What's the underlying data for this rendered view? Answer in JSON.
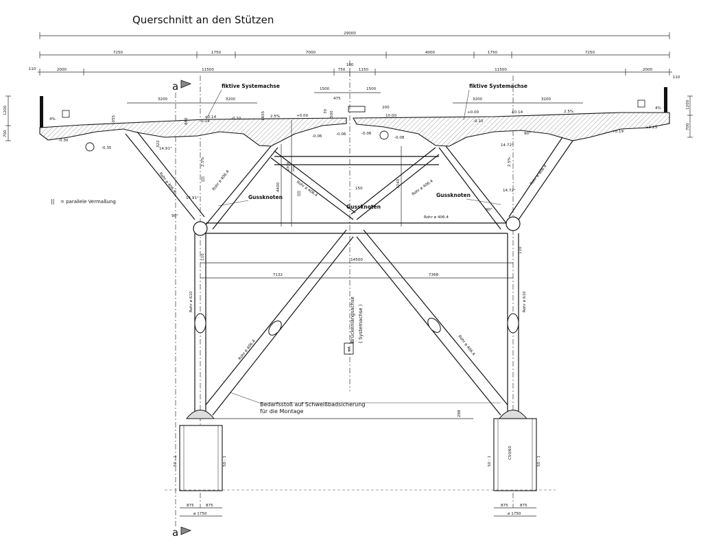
{
  "title": "Querschnitt an den Stützen",
  "section_marker": "a",
  "dimensions": {
    "overall": "29000",
    "row2": [
      "7250",
      "1750",
      "7000",
      "4000",
      "1750",
      "7250"
    ],
    "row3": [
      "110",
      "2000",
      "11500",
      "750",
      "1150",
      "11500",
      "2000",
      "110"
    ],
    "top_mid": "100",
    "left_heights": [
      "1200",
      "700"
    ],
    "right_heights": [
      "1200",
      "700",
      "110"
    ],
    "left_span": [
      "3200",
      "3200"
    ],
    "right_span": [
      "3200",
      "3200"
    ],
    "mid_small": [
      "1500",
      "1500",
      "475",
      "200",
      "500",
      "70"
    ],
    "heights_inner": [
      "1055",
      "1655",
      "322",
      "880"
    ],
    "bottom": [
      "14500",
      "7132",
      "7368"
    ],
    "base_left": [
      "875",
      "875",
      "ø 1750"
    ],
    "base_right": [
      "875",
      "875",
      "ø 1750"
    ],
    "offset_288": "288",
    "frame_heights": [
      "4400",
      "4700",
      "3240",
      "150"
    ],
    "post_small": [
      "110",
      "110"
    ]
  },
  "levels": [
    "-0.30",
    "-0.35",
    "-0.14",
    "-0.10",
    "+0.00",
    "-0.06",
    "-0.06",
    "-0.08",
    "+0.00",
    "+0.14",
    "+0.19",
    "+0.23",
    "-0.10",
    "+0.14",
    "10.00",
    "-0.06"
  ],
  "slopes": [
    "4%",
    "2.5%",
    "2.5%",
    "4%",
    "2.5%",
    "2.5%"
  ],
  "angles": [
    "14.91°",
    "14.91°",
    "14.72°",
    "14.72°",
    "90°",
    "90°",
    "90°"
  ],
  "labels": {
    "fiktive_left": "fiktive Systemachse",
    "fiktive_right": "fiktive Systemachse",
    "gussknoten_left": "Gussknoten",
    "gussknoten_mid": "Gussknoten",
    "gussknoten_right": "Gussknoten",
    "parallel_mark": "||",
    "parallel_text": "= parallele Vermaßung",
    "bridge_axis_1": "Brückenlängsachse",
    "bridge_axis_2": "( Systemachse )",
    "axis_box": "1",
    "bedarf_1": "Bedarfsstoß auf Schweißbadsicherung",
    "bedarf_2": "für die Montage",
    "concrete": "C50/60",
    "ratio": "50 : 1"
  },
  "pipes": {
    "left_upper": "Rohr ø 406.4",
    "left_upper2": "Rohr ø 406.4",
    "mid_left": "Rohr ø 406.4",
    "mid_right": "Rohr ø 406.4",
    "horizontal_right": "Rohr ø 406.4",
    "right_upper": "Rohr ø 406.4",
    "diag_left": "Rohr ø 406.4",
    "diag_right": "Rohr ø 406.4",
    "column_left": "Rohr ø 610",
    "column_right": "Rohr ø 610"
  }
}
